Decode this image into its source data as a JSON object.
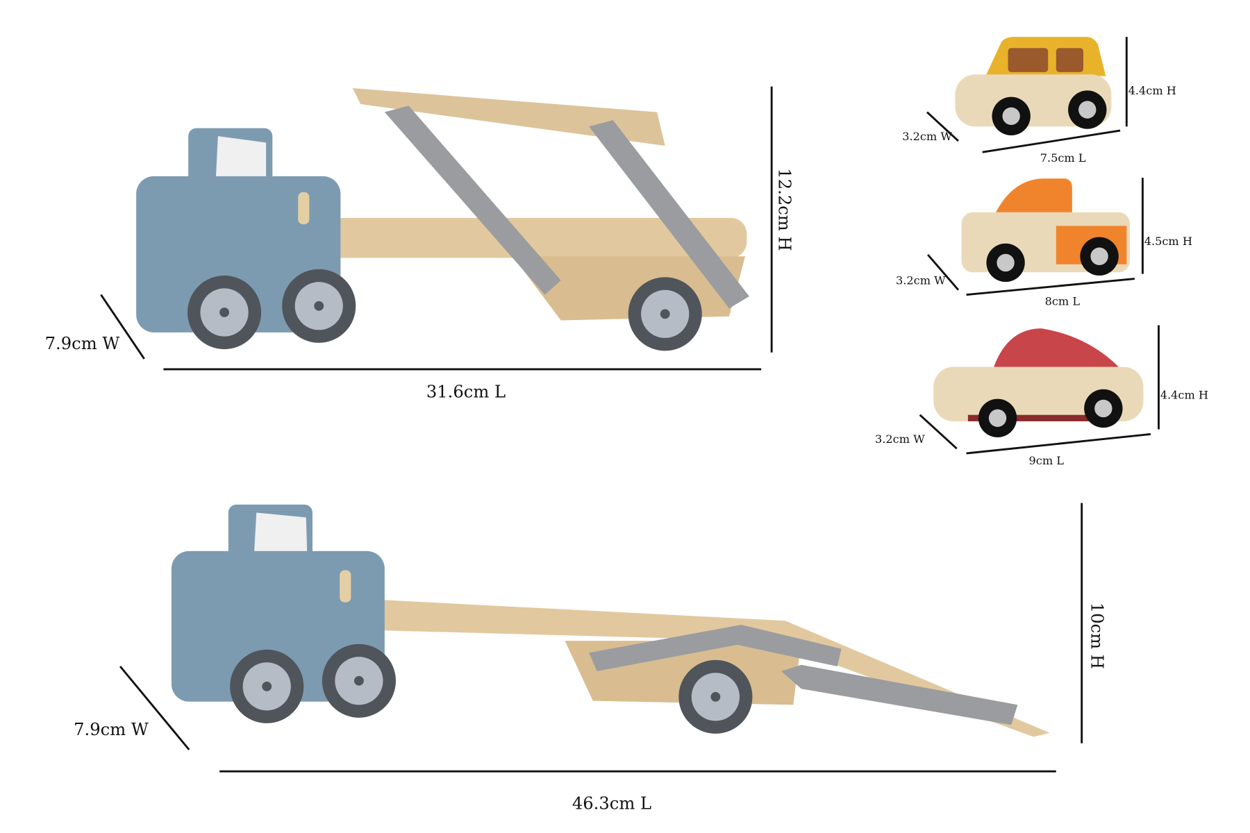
{
  "truck_folded": {
    "width_label": "7.9cm W",
    "length_label": "31.6cm L",
    "height_label": "12.2cm H"
  },
  "truck_extended": {
    "width_label": "7.9cm W",
    "length_label": "46.3cm L",
    "height_label": "10cm H"
  },
  "cars": [
    {
      "color": "#e8b32a",
      "width_label": "3.2cm W",
      "length_label": "7.5cm L",
      "height_label": "4.4cm H"
    },
    {
      "color": "#f0842c",
      "width_label": "3.2cm W",
      "length_label": "8cm L",
      "height_label": "4.5cm H"
    },
    {
      "color": "#c8454a",
      "width_label": "3.2cm W",
      "length_label": "9cm L",
      "height_label": "4.4cm H"
    }
  ],
  "colors": {
    "cab": "#7d9bb0",
    "wood": "#e3c9a0",
    "arm": "#9a9ca0",
    "tire": "#555a60"
  }
}
